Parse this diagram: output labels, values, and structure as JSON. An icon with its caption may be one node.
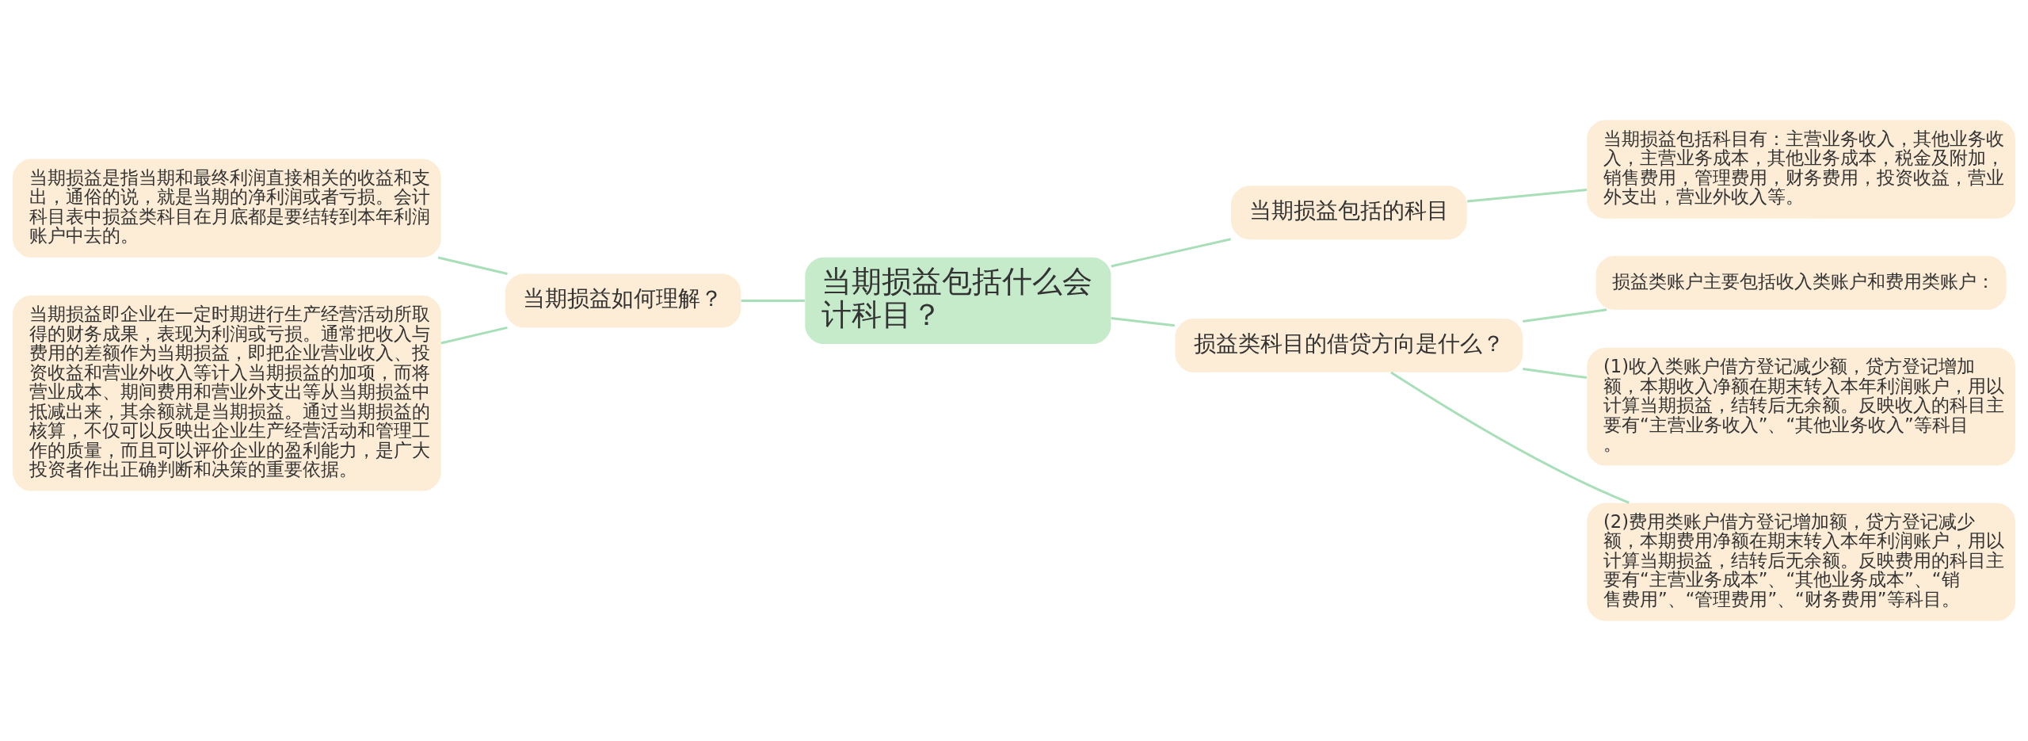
{
  "diagram": {
    "nodes": [
      {
        "text": [
          "当期损益包括什么会计科目？"
        ]
      },
      {
        "text": [
          "当期损益如何理解？"
        ]
      },
      {
        "text": [
          "当期损益是指当期和最终利润直接相关的收益和支出，通俗的说，就是当期的净利润或者亏损。会计科目表中损益类科目在月底都是要结转到本年利润账户中去的。"
        ]
      },
      {
        "text": [
          "当期损益即企业在一定时期进行生产经营活动所取得的财务成果，表现为利润或亏损。通常把收入与费用的差额作为当期损益，即把企业营业收入、投资收益和营业外收入等计入当期损益的加项，而将营业成本、期间费用和营业外支出等从当期损益中抵减出来，其余额就是当期损益。通过当期损益的核算，不仅可以反映出企业生产经营活动和管理工作的质量，而且可以评价企业的盈利能力，是广大投资者作出正确判断和决策的重要依据。"
        ]
      },
      {
        "text": [
          "当期损益包括的科目"
        ]
      },
      {
        "text": [
          "当期损益包括科目有：主营业务收入，其他业务收入，主营业务成本，其他业务成本，税金及附加，销售费用，管理费用，财务费用，投资收益，营业外支出，营业外收入等。"
        ]
      },
      {
        "text": [
          "损益类科目的借贷方向是什么？"
        ]
      },
      {
        "text": [
          "损益类账户主要包括收入类账户和费用类账户："
        ]
      },
      {
        "text": [
          "(1)收入类账户借方登记减少额，贷方登记增加额，本期收入净额在期末转入本年利润账户，用以计算当期损益，结转后无余额。反映收入的科目主要有“主营业务收入”、“其他业务收入”等科目。"
        ]
      },
      {
        "text": [
          "(2)费用类账户借方登记增加额，贷方登记减少额，本期费用净额在期末转入本年利润账户，用以计算当期损益，结转后无余额。反映费用的科目主要有“主营业务成本”、“其他业务成本”、“销售费用”、“管理费用”、“财务费用”等科目。"
        ]
      }
    ],
    "edges": [
      {
        "from": 0,
        "to": 1,
        "arrow": "none"
      },
      {
        "from": 1,
        "to": 2,
        "arrow": "none"
      },
      {
        "from": 1,
        "to": 3,
        "arrow": "none"
      },
      {
        "from": 0,
        "to": 4,
        "arrow": "none"
      },
      {
        "from": 4,
        "to": 5,
        "arrow": "none"
      },
      {
        "from": 0,
        "to": 6,
        "arrow": "none"
      },
      {
        "from": 6,
        "to": 7,
        "arrow": "none"
      },
      {
        "from": 6,
        "to": 8,
        "arrow": "none"
      },
      {
        "from": 6,
        "to": 9,
        "arrow": "none"
      }
    ]
  }
}
